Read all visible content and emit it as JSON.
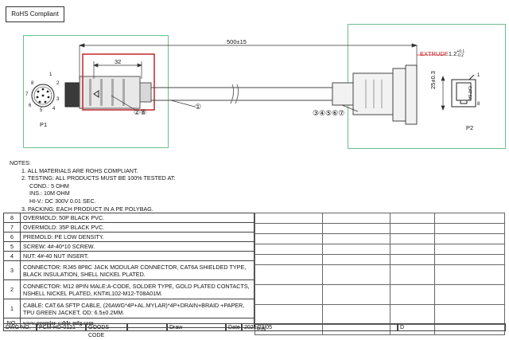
{
  "rohs_label": "RoHS Compliant",
  "drawing": {
    "dim_total": "500±15",
    "dim_jack": "32",
    "extrude_label": "EXTRUDE",
    "extrude_value": "1.2",
    "extrude_tol_upper": "+0.1",
    "extrude_tol_lower": "-0.2",
    "dim_height": "25±0.3",
    "callout_cable": "①",
    "callout_plug": "②⑧",
    "callout_p2": "③④⑤⑥⑦",
    "p1_label": "P1",
    "p2_label": "P2",
    "cat6a_label": "CAT 6A",
    "p1_pins": [
      "1",
      "2",
      "3",
      "4",
      "5",
      "6",
      "7",
      "8"
    ],
    "p2_pins": [
      "1",
      "8"
    ]
  },
  "notes": {
    "title": "NOTES:",
    "lines": [
      "1. ALL MATERIALS ARE ROHS COMPLIANT.",
      "2. TESTING: ALL PRODUCTS MUST BE 100% TESTED AT:",
      "COND.: 5 OHM",
      "INS.: 10M OHM",
      "HI-V.: DC 300V 0.01 SEC.",
      "3. PACKING: EACH PRODUCT IN A PE POLYBAG."
    ]
  },
  "bom": [
    {
      "no": "8",
      "desc": "OVERMOLD: 50P BLACK PVC."
    },
    {
      "no": "7",
      "desc": "OVERMOLD: 35P BLACK PVC."
    },
    {
      "no": "6",
      "desc": "PREMOLD: PE LOW DENSITY."
    },
    {
      "no": "5",
      "desc": "SCREW: 4#-40*10  SCREW."
    },
    {
      "no": "4",
      "desc": "NUT: 4#-40  NUT INSERT."
    },
    {
      "no": "3",
      "desc": "CONNECTOR: RJ45 8P8C JACK MODULAR CONNECTOR, CAT6A SHIELDED TYPE, BLACK INSULATION, SHELL NICKEL PLATED."
    },
    {
      "no": "2",
      "desc": "CONNECTOR: M12 8PIN MALE:A-CODE, SOLDER TYPE, GOLD PLATED CONTACTS, NSHELL NICKEL PLATED, KNT#L102-M12-T08A01M."
    },
    {
      "no": "1",
      "desc": "CABLE: CAT.6A SFTP CABLE, (26AWG*4P+AL.MYLAR)*4P+DRAIN+BRAID +PAPER, TPU GREEN JACKET, OD: 6.5±0.2MM."
    }
  ],
  "bom_header": {
    "no": "NO.",
    "website": "www.premier-cable-mfg.com",
    "pn": "P/N"
  },
  "footer": {
    "dwg_no_label": "DWG NO.",
    "dwg_no": "PCM-HD-0121",
    "goods_code_label": "GOODS CODE",
    "draw_label": "Draw",
    "date_label": "Date",
    "date": "2025/03/05",
    "d_label": "D"
  },
  "colors": {
    "panel_border": "#6bbf8e",
    "highlight": "#c0262d",
    "extrude_text": "#c0262d"
  }
}
